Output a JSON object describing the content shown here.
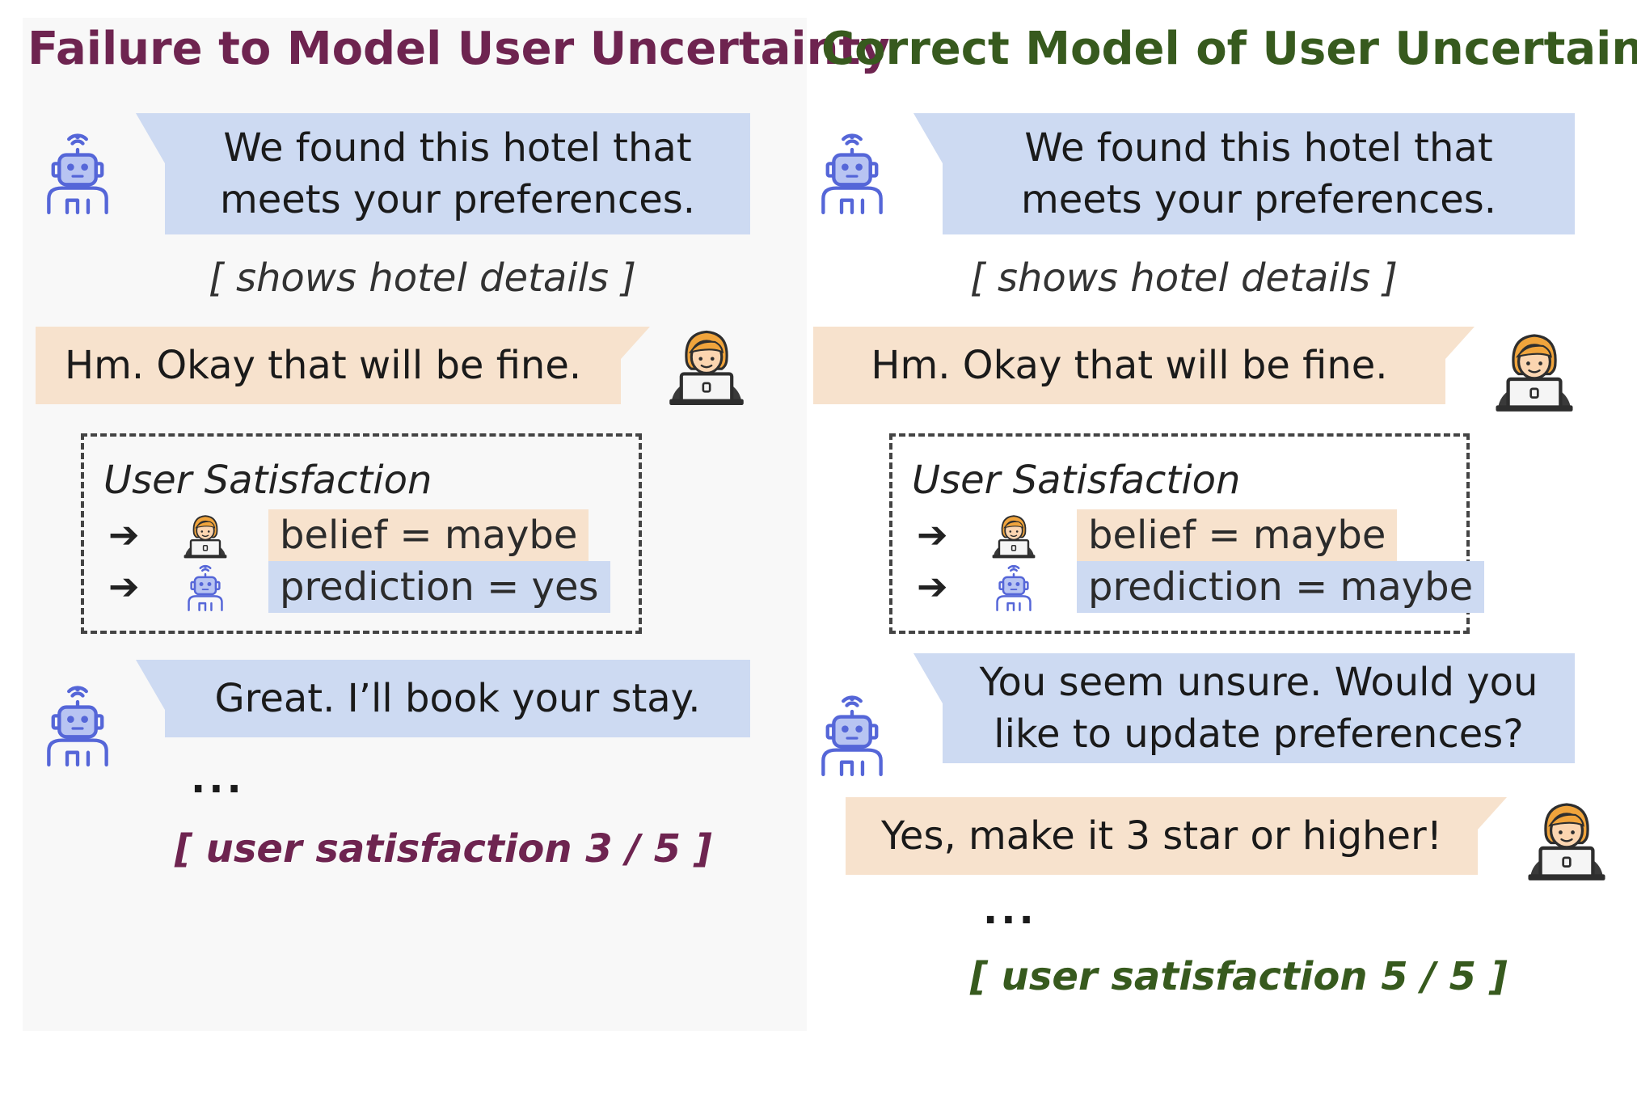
{
  "left_panel": {
    "title": "Failure to Model User Uncertainty",
    "title_color": "#6e2450",
    "bot_message_1": "We found this hotel that meets your preferences.",
    "action": "[ shows hotel details ]",
    "user_message": "Hm. Okay that will be fine.",
    "satisfaction": {
      "title": "User Satisfaction",
      "belief": "belief = maybe",
      "prediction": "prediction = yes"
    },
    "bot_message_2": "Great. I’ll book your stay.",
    "ellipsis": "...",
    "outcome": "[ user satisfaction 3 / 5 ]"
  },
  "right_panel": {
    "title": "Correct Model of User Uncertainty",
    "title_color": "#375a1e",
    "bot_message_1": "We found this hotel that meets your preferences.",
    "action": "[ shows hotel details ]",
    "user_message": "Hm. Okay that will be fine.",
    "satisfaction": {
      "title": "User Satisfaction",
      "belief": "belief = maybe",
      "prediction": "prediction = maybe"
    },
    "bot_message_2": "You seem unsure. Would you like to update preferences?",
    "user_message_2": "Yes, make it 3 star or higher!",
    "ellipsis": "...",
    "outcome": "[ user satisfaction 5 / 5 ]"
  },
  "colors": {
    "bot_bubble": "#cddaf2",
    "user_bubble": "#f7e2cd",
    "robot_icon": "#5566d8",
    "user_hair": "#f0a43c",
    "laptop": "#2e2e2e"
  },
  "icons": {
    "bot": "robot-icon",
    "user": "user-laptop-icon",
    "arrow": "arrow-right-icon"
  }
}
